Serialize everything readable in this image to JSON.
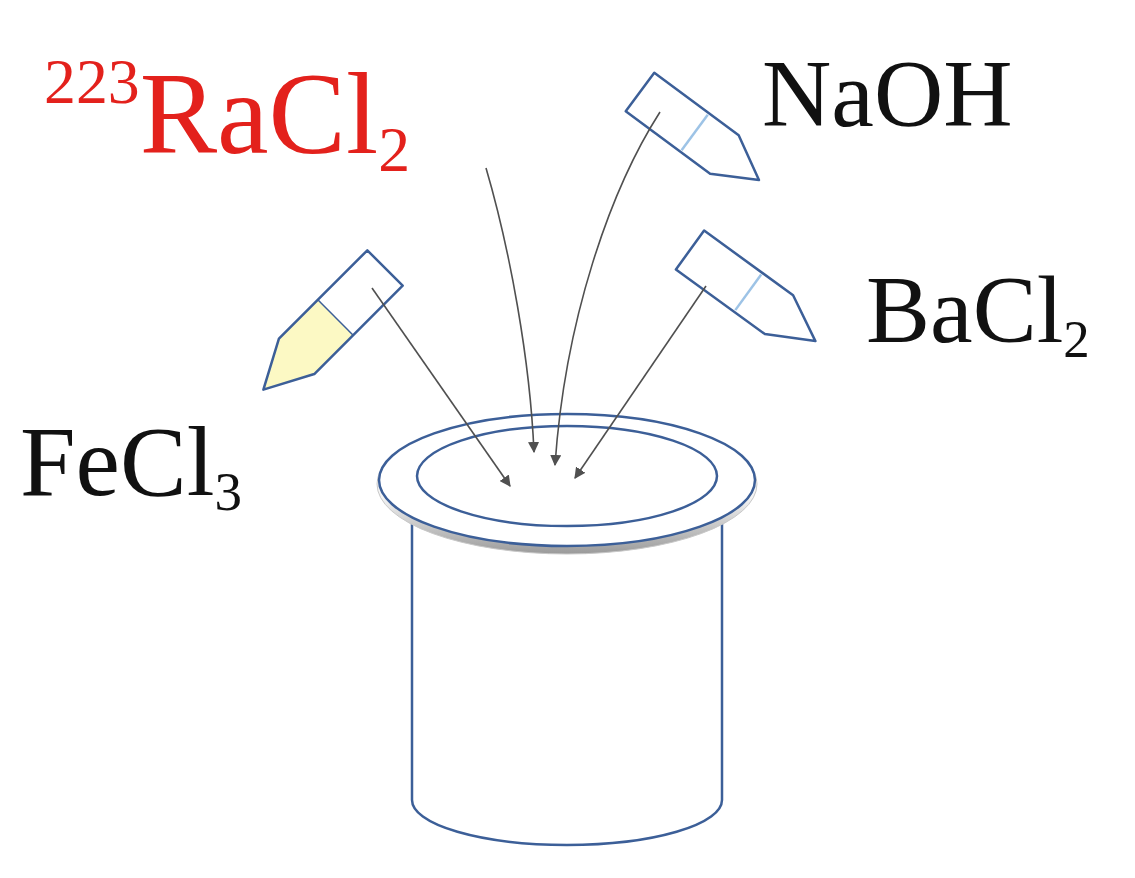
{
  "diagram": {
    "labels": [
      "223RaCl2",
      "NaOH",
      "FeCl3",
      "BaCl2"
    ]
  }
}
